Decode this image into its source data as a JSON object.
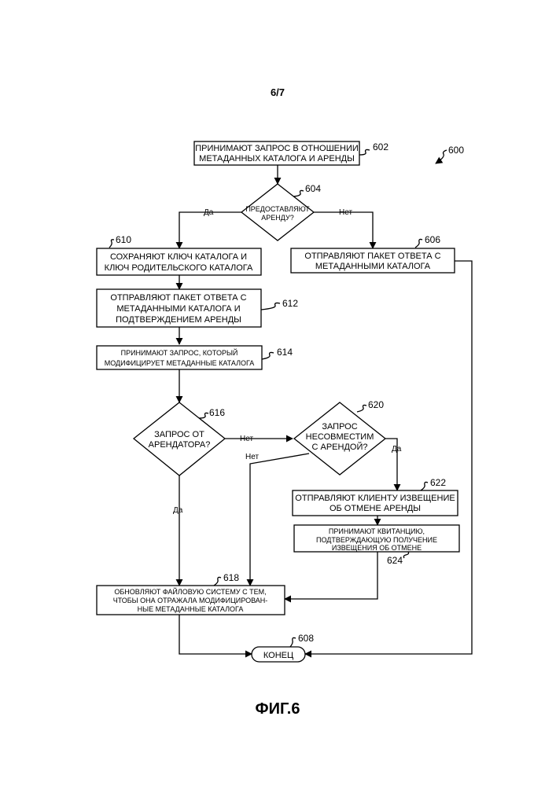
{
  "page_label": "6/7",
  "figure_ref": "600",
  "figure_caption": "ФИГ.6",
  "steps": {
    "s602": {
      "ref": "602",
      "lines": [
        "ПРИНИМАЮТ ЗАПРОС В ОТНОШЕНИИ",
        "МЕТАДАННЫХ КАТАЛОГА И АРЕНДЫ"
      ]
    },
    "s604": {
      "ref": "604",
      "lines": [
        "ПРЕДОСТАВЛЯЮТ",
        "АРЕНДУ?"
      ]
    },
    "s606": {
      "ref": "606",
      "lines": [
        "ОТПРАВЛЯЮТ ПАКЕТ ОТВЕТА С",
        "МЕТАДАННЫМИ КАТАЛОГА"
      ]
    },
    "s608": {
      "ref": "608",
      "lines": [
        "КОНЕЦ"
      ]
    },
    "s610": {
      "ref": "610",
      "lines": [
        "СОХРАНЯЮТ КЛЮЧ КАТАЛОГА И",
        "КЛЮЧ РОДИТЕЛЬСКОГО КАТАЛОГА"
      ]
    },
    "s612": {
      "ref": "612",
      "lines": [
        "ОТПРАВЛЯЮТ ПАКЕТ ОТВЕТА С",
        "МЕТАДАННЫМИ КАТАЛОГА И",
        "ПОДТВЕРЖДЕНИЕМ АРЕНДЫ"
      ]
    },
    "s614": {
      "ref": "614",
      "lines": [
        "ПРИНИМАЮТ ЗАПРОС, КОТОРЫЙ",
        "МОДИФИЦИРУЕТ МЕТАДАННЫЕ КАТАЛОГА"
      ]
    },
    "s616": {
      "ref": "616",
      "lines": [
        "ЗАПРОС ОТ",
        "АРЕНДАТОРА?"
      ]
    },
    "s618": {
      "ref": "618",
      "lines": [
        "ОБНОВЛЯЮТ ФАЙЛОВУЮ СИСТЕМУ С ТЕМ,",
        "ЧТОБЫ ОНА ОТРАЖАЛА МОДИФИЦИРОВАН-",
        "НЫЕ МЕТАДАННЫЕ КАТАЛОГА"
      ]
    },
    "s620": {
      "ref": "620",
      "lines": [
        "ЗАПРОС",
        "НЕСОВМЕСТИМ",
        "С АРЕНДОЙ?"
      ]
    },
    "s622": {
      "ref": "622",
      "lines": [
        "ОТПРАВЛЯЮТ КЛИЕНТУ ИЗВЕЩЕНИЕ",
        "ОБ ОТМЕНЕ АРЕНДЫ"
      ]
    },
    "s624": {
      "ref": "624",
      "lines": [
        "ПРИНИМАЮТ КВИТАНЦИЮ,",
        "ПОДТВЕРЖДАЮЩУЮ ПОЛУЧЕНИЕ",
        "ИЗВЕЩЕНИЯ ОБ ОТМЕНЕ"
      ]
    }
  },
  "edge_labels": {
    "d604_yes": "Да",
    "d604_no": "Нет",
    "d616_no": "Нет",
    "d616_yes": "Да",
    "d620_no": "Нет",
    "d620_yes": "Да"
  }
}
